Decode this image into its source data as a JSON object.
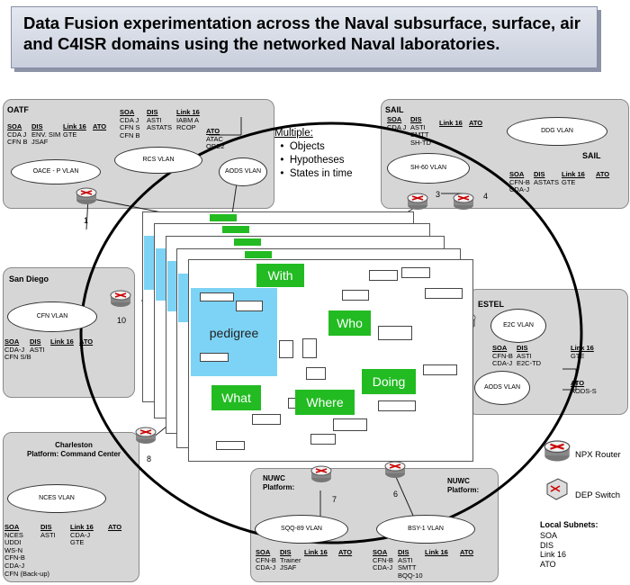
{
  "title": "Data Fusion experimentation across the Naval subsurface, surface, air and C4ISR domains using the networked Naval laboratories.",
  "multiple": {
    "heading": "Multiple:",
    "items": [
      "Objects",
      "Hypotheses",
      "States in time"
    ]
  },
  "tags": {
    "with": "With",
    "who": "Who",
    "pedigree": "pedigree",
    "what": "What",
    "where": "Where",
    "doing": "Doing"
  },
  "oatf": {
    "name": "OATF",
    "soa": {
      "h": "SOA",
      "items": [
        "CDA J",
        "CFN B"
      ]
    },
    "dis": {
      "h": "DIS",
      "items": [
        "ENV. SIM",
        "JSAF"
      ]
    },
    "link16": {
      "h": "Link 16",
      "items": [
        "GTE"
      ]
    },
    "ato": {
      "h": "ATO",
      "items": []
    },
    "vlan1": "OACE - P VLAN",
    "num": "1"
  },
  "rcs": {
    "soa": {
      "h": "SOA",
      "items": [
        "CDA J",
        "CFN S",
        "CFN B"
      ]
    },
    "dis": {
      "h": "DIS",
      "items": [
        "ASTI",
        "ASTATS"
      ]
    },
    "link16": {
      "h": "Link 16",
      "items": [
        "IABM A",
        "RCOP"
      ]
    },
    "ato": {
      "h": "ATO",
      "items": [
        "ATAC",
        "OPC2"
      ]
    },
    "vlan": "RCS VLAN",
    "aods": "AODS VLAN"
  },
  "sail": {
    "name": "SAIL",
    "name2": "SAIL",
    "top": {
      "soa": {
        "h": "SOA",
        "items": [
          "CDA J"
        ]
      },
      "dis": {
        "h": "DIS",
        "items": [
          "ASTI",
          "SMTT",
          "SH-TD"
        ]
      },
      "link16": {
        "h": "Link 16",
        "items": []
      },
      "ato": {
        "h": "ATO",
        "items": []
      }
    },
    "vlan_sh60": "SH-60 VLAN",
    "vlan_ddg": "DDG VLAN",
    "bottom": {
      "soa": {
        "h": "SOA",
        "items": [
          "CFN-B",
          "CDA-J"
        ]
      },
      "dis": {
        "h": "DIS",
        "items": [
          "ASTATS"
        ]
      },
      "link16": {
        "h": "Link 16",
        "items": [
          "GTE"
        ]
      },
      "ato": {
        "h": "ATO",
        "items": []
      }
    },
    "num3": "3",
    "num4": "4"
  },
  "sandiego": {
    "name": "San Diego",
    "vlan": "CFN VLAN",
    "num": "10",
    "soa": {
      "h": "SOA",
      "items": [
        "CDA-J",
        "CFN S/B"
      ]
    },
    "dis": {
      "h": "DIS",
      "items": [
        "ASTI"
      ]
    },
    "link16": {
      "h": "Link 16",
      "items": []
    },
    "ato": {
      "h": "ATO",
      "items": []
    }
  },
  "estel": {
    "name": "ESTEL",
    "vlan_e2c": "E2C VLAN",
    "vlan_aods": "AODS VLAN",
    "soa": {
      "h": "SOA",
      "items": [
        "CFN-B",
        "CDA-J"
      ]
    },
    "dis": {
      "h": "DIS",
      "items": [
        "ASTI",
        "E2C-TD"
      ]
    },
    "link16": {
      "h": "Link 16",
      "items": [
        "GTE"
      ]
    },
    "ato": {
      "h": "ATO",
      "items": [
        "AODS-S"
      ]
    }
  },
  "charleston": {
    "name": "Charleston",
    "sub": "Platform:",
    "sub2": "Command Center",
    "vlan": "NCES VLAN",
    "num": "8",
    "soa": {
      "h": "SOA",
      "items": [
        "NCES",
        "UDDI",
        "WS-N",
        "CFN-B",
        "CDA-J",
        "CFN (Back-up)"
      ]
    },
    "dis": {
      "h": "DIS",
      "items": [
        "ASTI"
      ]
    },
    "link16": {
      "h": "Link 16",
      "items": [
        "CDA-J",
        "GTE"
      ]
    },
    "ato": {
      "h": "ATO",
      "items": []
    }
  },
  "nuwc1": {
    "name": "NUWC",
    "sub": "Platform:",
    "vlan": "SQQ-89 VLAN",
    "num": "7",
    "soa": {
      "h": "SOA",
      "items": [
        "CFN-B",
        "CDA-J"
      ]
    },
    "dis": {
      "h": "DIS",
      "items": [
        "Trainer",
        "JSAF"
      ]
    },
    "link16": {
      "h": "Link 16",
      "items": []
    },
    "ato": {
      "h": "ATO",
      "items": []
    }
  },
  "nuwc2": {
    "name": "NUWC",
    "sub": "Platform:",
    "vlan": "BSY-1 VLAN",
    "num": "6",
    "soa": {
      "h": "SOA",
      "items": [
        "CFN-B",
        "CDA-J"
      ]
    },
    "dis": {
      "h": "DIS",
      "items": [
        "ASTI",
        "SMTT",
        "BQQ-10"
      ]
    },
    "link16": {
      "h": "Link 16",
      "items": []
    },
    "ato": {
      "h": "ATO",
      "items": []
    }
  },
  "legend": {
    "router": "NPX Router",
    "switch": "DEP Switch",
    "subnets_h": "Local Subnets:",
    "subnets": [
      "SOA",
      "DIS",
      "Link 16",
      "ATO"
    ]
  }
}
